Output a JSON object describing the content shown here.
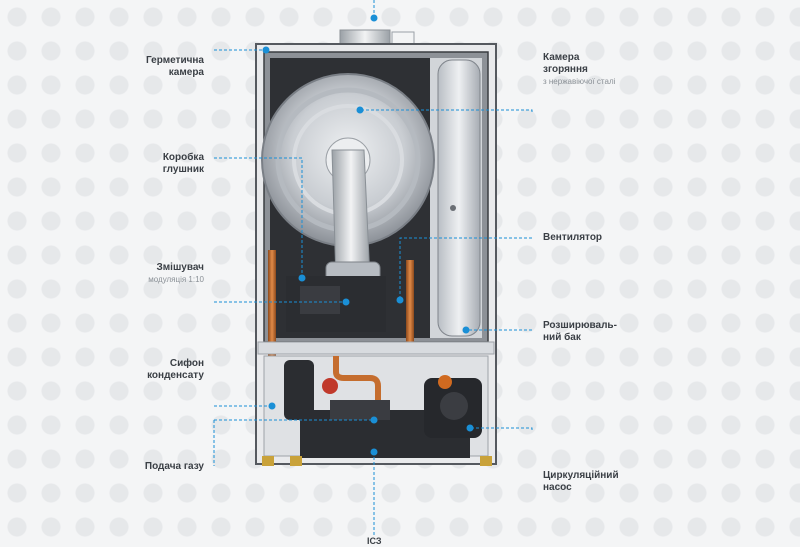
{
  "labels": {
    "sealed_chamber": {
      "line1": "Герметична",
      "line2": "камера"
    },
    "combustion_chamber": {
      "line1": "Камера",
      "line2": "згоряння",
      "sub": "з нержавіючої сталі"
    },
    "muffler_box": {
      "line1": "Коробка",
      "line2": "глушник"
    },
    "fan": {
      "line1": "Вентилятор"
    },
    "mixer": {
      "line1": "Змішувач",
      "sub": "модуляція 1:10"
    },
    "expansion_tank": {
      "line1": "Розширюваль-",
      "line2": "ний бак"
    },
    "siphon": {
      "line1": "Сифон",
      "line2": "конденсату"
    },
    "gas_supply": {
      "line1": "Подача газу"
    },
    "pump": {
      "line1": "Циркуляційний",
      "line2": "насос"
    },
    "bottom": {
      "line1": "ІСЗ"
    }
  },
  "colors": {
    "leader": "#1a8fd6",
    "casing": "#e9eaec",
    "frame": "#4a4d52",
    "copper": "#c56d2e",
    "dark_part": "#2b2d31"
  }
}
